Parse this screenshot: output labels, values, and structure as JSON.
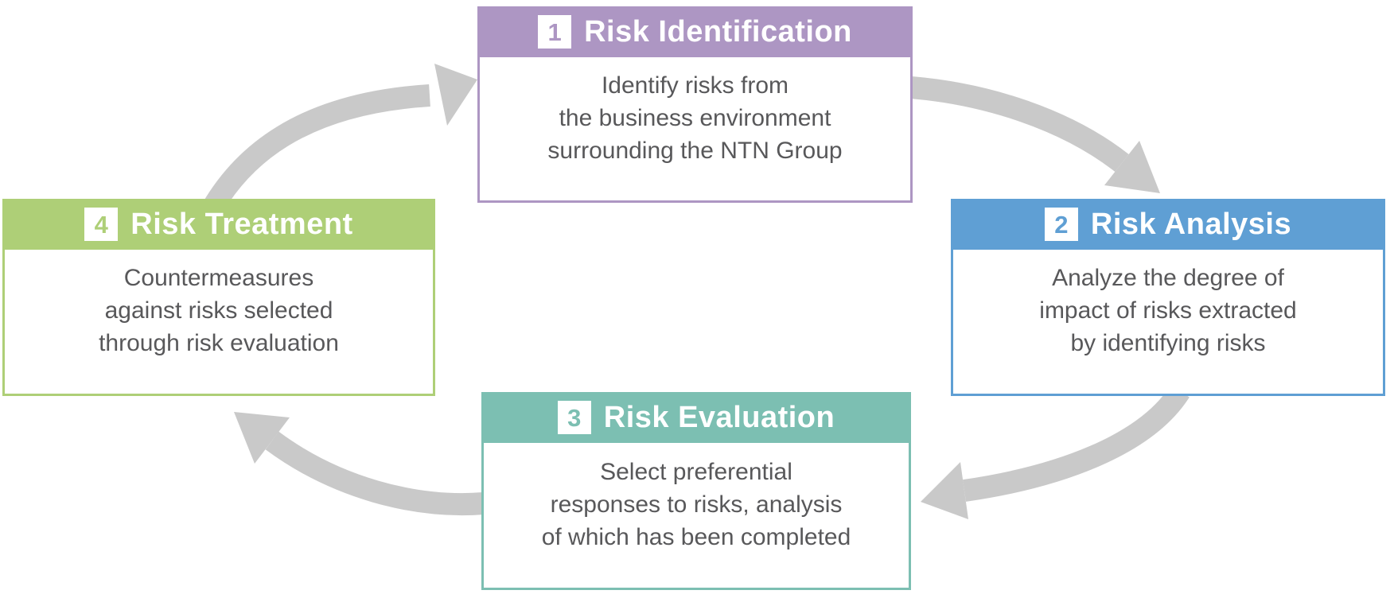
{
  "diagram": {
    "arrow_color": "#c9c9c9",
    "body_text_color": "#58585a",
    "steps": [
      {
        "number": "1",
        "title": "Risk Identification",
        "color": "#ad96c3",
        "body_lines": [
          "Identify risks from",
          "the business environment",
          "surrounding the NTN Group"
        ]
      },
      {
        "number": "2",
        "title": "Risk Analysis",
        "color": "#5f9fd4",
        "body_lines": [
          "Analyze the degree of",
          "impact of risks extracted",
          "by identifying risks"
        ]
      },
      {
        "number": "3",
        "title": "Risk Evaluation",
        "color": "#7cbfb2",
        "body_lines": [
          "Select preferential",
          "responses to risks, analysis",
          "of which has been completed"
        ]
      },
      {
        "number": "4",
        "title": "Risk Treatment",
        "color": "#aecf77",
        "body_lines": [
          "Countermeasures",
          "against risks selected",
          "through risk evaluation"
        ]
      }
    ],
    "cycle": [
      {
        "from": "Risk Identification",
        "to": "Risk Analysis"
      },
      {
        "from": "Risk Analysis",
        "to": "Risk Evaluation"
      },
      {
        "from": "Risk Evaluation",
        "to": "Risk Treatment"
      },
      {
        "from": "Risk Treatment",
        "to": "Risk Identification"
      }
    ]
  }
}
